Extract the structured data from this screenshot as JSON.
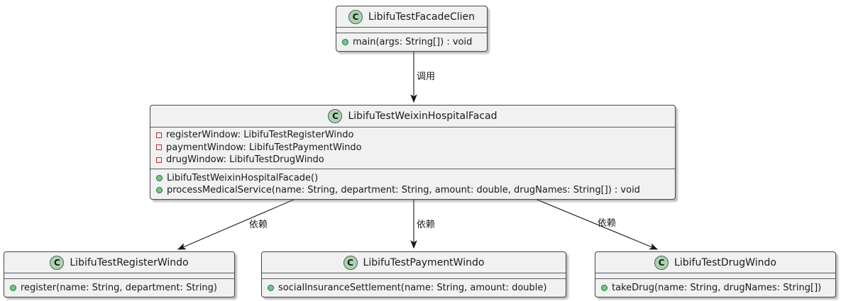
{
  "icon_letter": "C",
  "colors": {
    "box_background": "#f1f1f1",
    "box_border": "#464646",
    "class_icon_fill": "#add1b2",
    "public_method_dot": "#84be84",
    "private_field_square": "#c82930",
    "arrow": "#181818"
  },
  "classes": [
    {
      "name": "LibifuTestFacadeClien",
      "fields": [],
      "methods": [
        "main(args: String[]) : void"
      ]
    },
    {
      "name": "LibifuTestWeixinHospitalFacad",
      "fields": [
        "registerWindow: LibifuTestRegisterWindo",
        "paymentWindow: LibifuTestPaymentWindo",
        "drugWindow: LibifuTestDrugWindo"
      ],
      "methods": [
        "LibifuTestWeixinHospitalFacade()",
        "processMedicalService(name: String, department: String, amount: double, drugNames: String[]) : void"
      ]
    },
    {
      "name": "LibifuTestRegisterWindo",
      "fields": [],
      "methods": [
        "register(name: String, department: String)"
      ]
    },
    {
      "name": "LibifuTestPaymentWindo",
      "fields": [],
      "methods": [
        "socialInsuranceSettlement(name: String, amount: double)"
      ]
    },
    {
      "name": "LibifuTestDrugWindo",
      "fields": [],
      "methods": [
        "takeDrug(name: String, drugNames: String[])"
      ]
    }
  ],
  "edges": [
    {
      "from": "LibifuTestFacadeClien",
      "to": "LibifuTestWeixinHospitalFacad",
      "label": "调用"
    },
    {
      "from": "LibifuTestWeixinHospitalFacad",
      "to": "LibifuTestRegisterWindo",
      "label": "依赖"
    },
    {
      "from": "LibifuTestWeixinHospitalFacad",
      "to": "LibifuTestPaymentWindo",
      "label": "依赖"
    },
    {
      "from": "LibifuTestWeixinHospitalFacad",
      "to": "LibifuTestDrugWindo",
      "label": "依赖"
    }
  ]
}
